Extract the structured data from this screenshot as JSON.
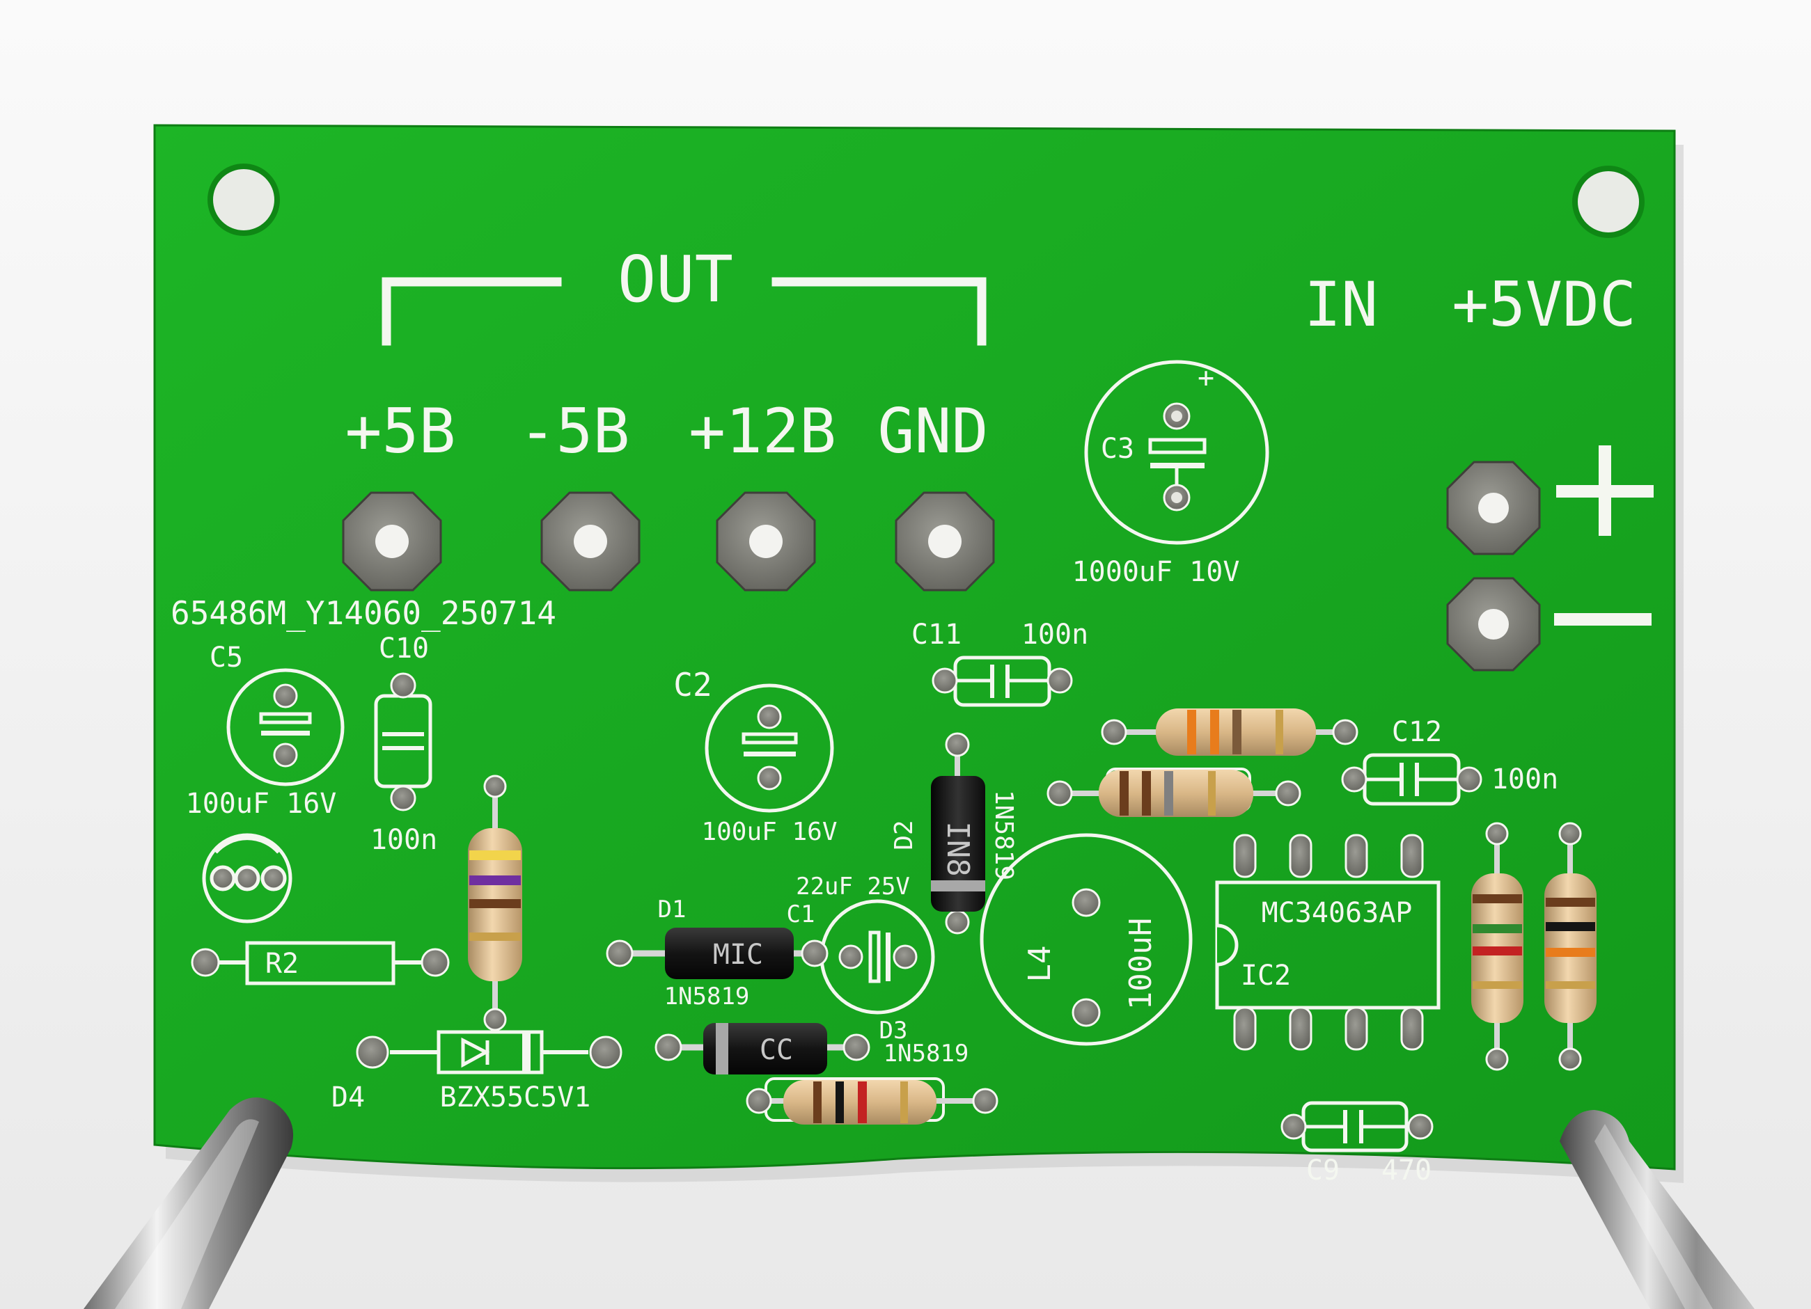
{
  "silk": {
    "out_label": "OUT",
    "in_label": "IN  +5VDC",
    "plus": "+",
    "minus": "—",
    "t_p5": "+5B",
    "t_m5": "-5B",
    "t_p12": "+12B",
    "t_gnd": "GND",
    "board_id": "65486M_Y14060_250714",
    "c3": "C3",
    "c3_val": "1000uF 10V",
    "c5": "C5",
    "c10": "C10",
    "c5_val": "100uF 16V",
    "c10_val": "100n",
    "c2": "C2",
    "c2_val": "100uF 16V",
    "c11": "C11",
    "c11_val": "100n",
    "c12": "C12",
    "c12_val": "100n",
    "d2": "D2",
    "d2_part": "1N5819",
    "c1_val": "22uF 25V",
    "c1": "C1",
    "d1": "D1",
    "d1_part": "1N5819",
    "d3": "D3",
    "d3_part": "1N5819",
    "l4": "L4",
    "l4_val": "100uH",
    "ic_part": "MC34063AP",
    "ic": "IC2",
    "r2": "R2",
    "d4": "D4",
    "d4_part": "BZX55C5V1",
    "c9": "C9",
    "c9_val": "470"
  },
  "colors": {
    "pcb": "#17a81f",
    "silk": "#f4f7f0",
    "pad": "#7b7b74"
  }
}
